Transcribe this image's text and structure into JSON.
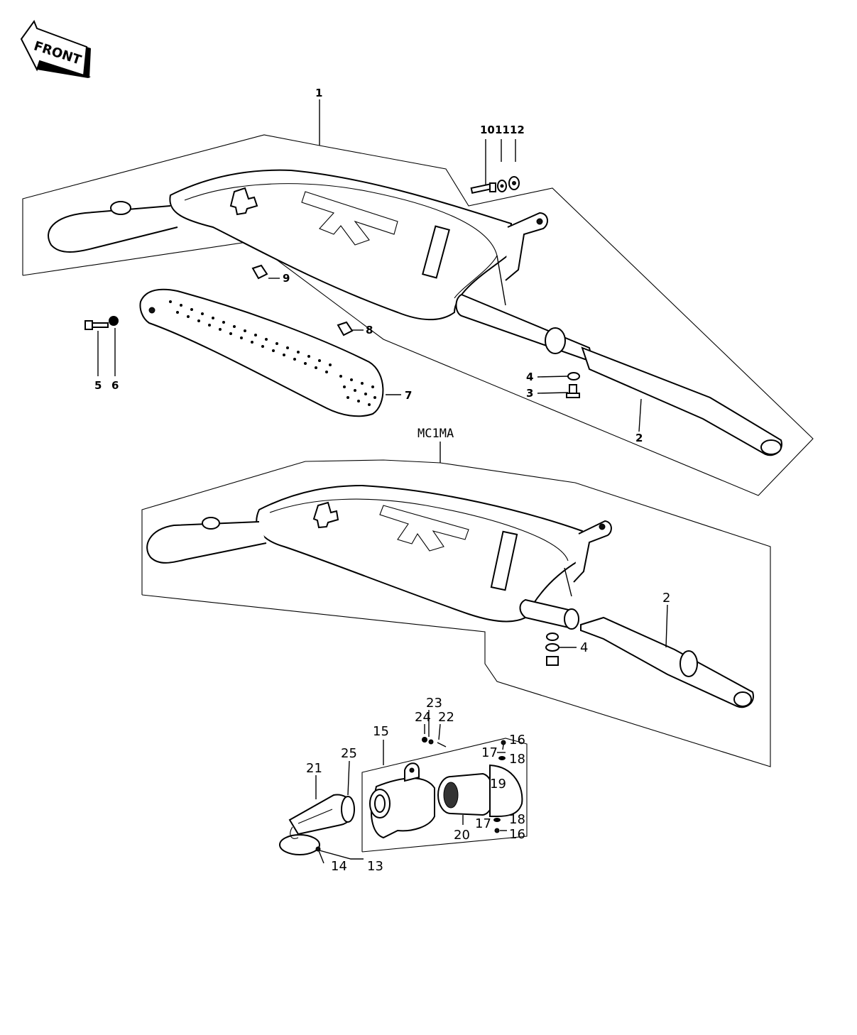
{
  "direction_label": "FRONT",
  "model_label": "MC1MA",
  "callouts": {
    "p1": "1",
    "p2_top": "2",
    "p2_bottom": "2",
    "p3": "3",
    "p4_top": "4",
    "p4_bottom": "4",
    "p5": "5",
    "p6": "6",
    "p7": "7",
    "p8": "8",
    "p9": "9",
    "p10": "10",
    "p11": "11",
    "p12": "12",
    "p13": "13",
    "p14": "14",
    "p15": "15",
    "p16_top": "16",
    "p16_bottom": "16",
    "p17_top": "17",
    "p17_bottom": "17",
    "p18_top": "18",
    "p18_bottom": "18",
    "p19": "19",
    "p20": "20",
    "p21": "21",
    "p22": "22",
    "p23": "23",
    "p24": "24",
    "p25": "25"
  }
}
